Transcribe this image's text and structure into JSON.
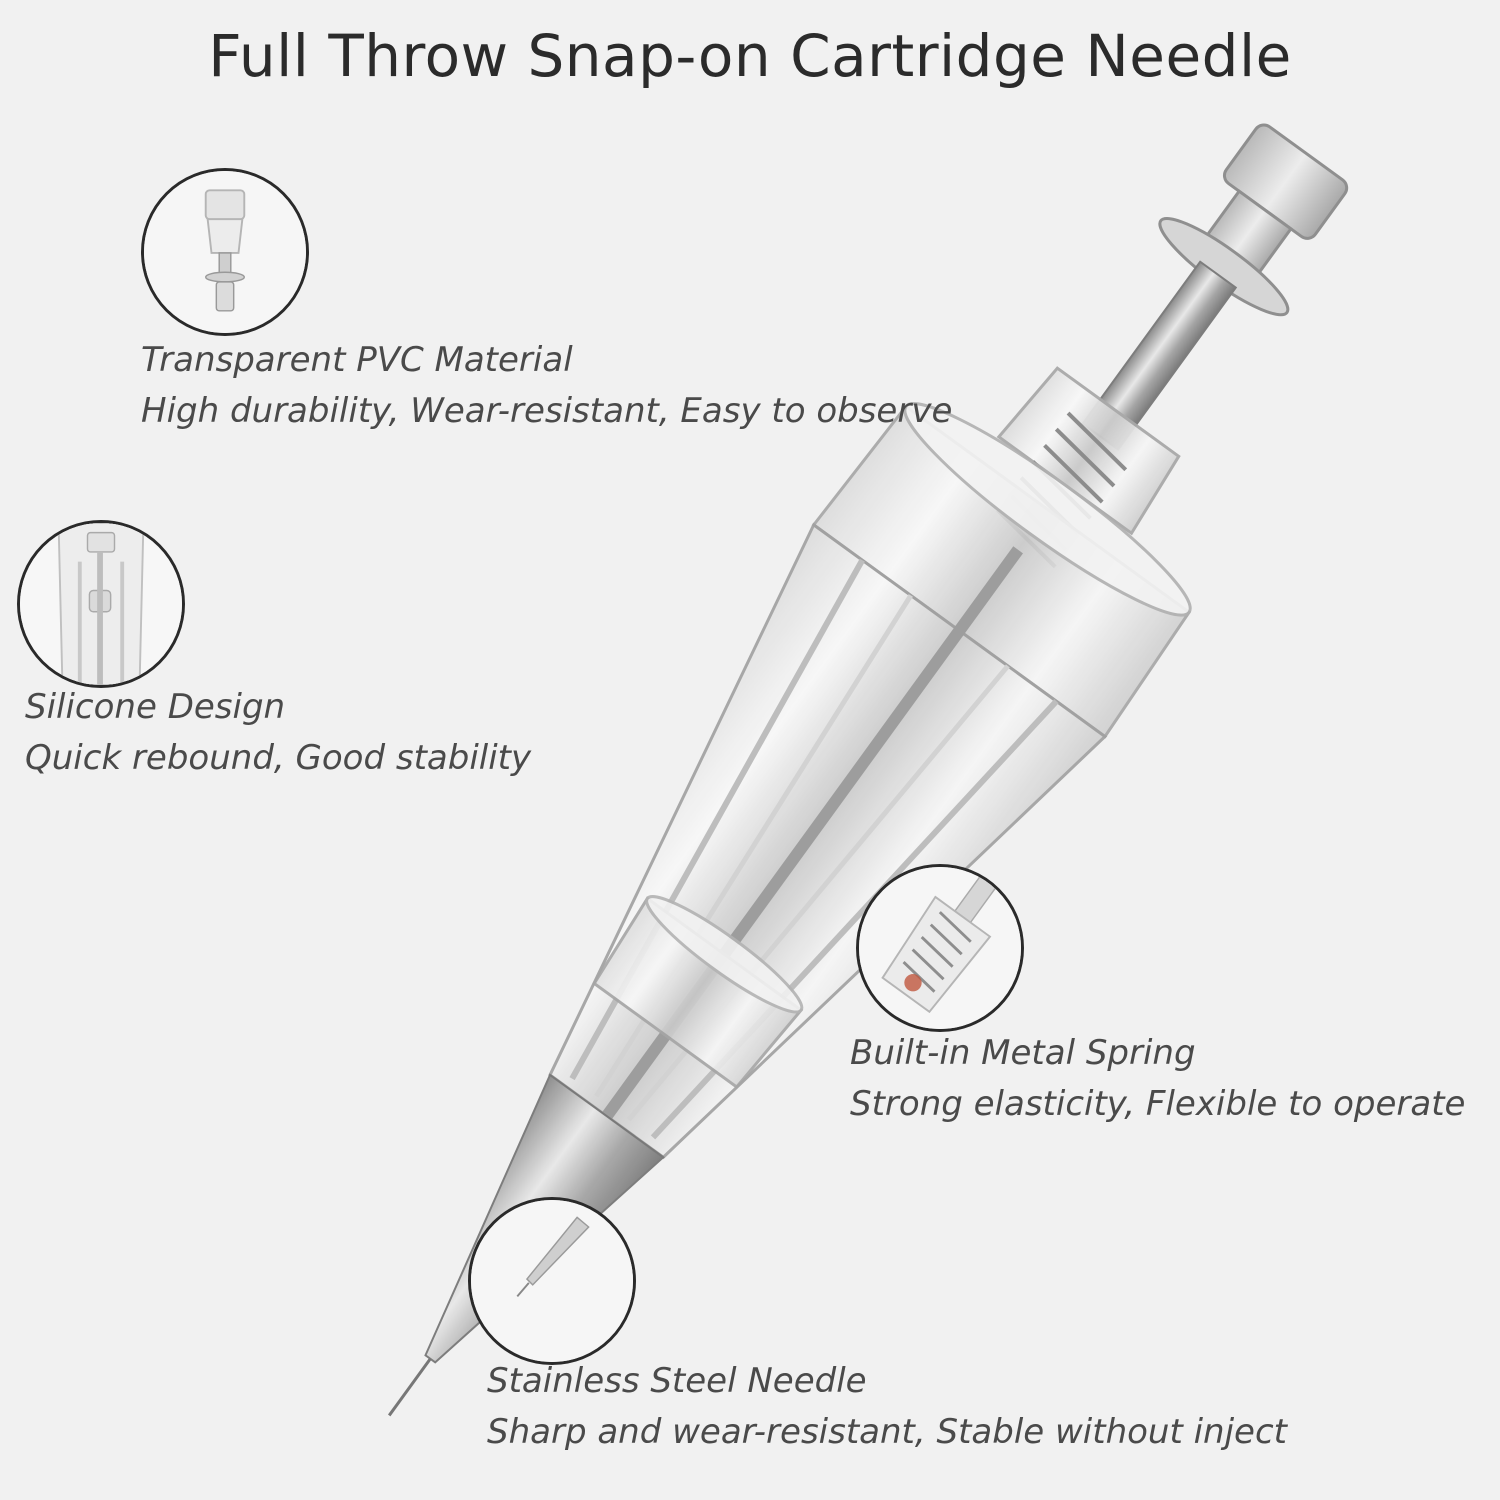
{
  "title": "Full Throw Snap-on Cartridge Needle",
  "features": [
    {
      "heading": "Transparent PVC Material",
      "description": "High durability, Wear-resistant, Easy to observe",
      "icon": "pvc-material-closeup-icon"
    },
    {
      "heading": "Silicone Design",
      "description": "Quick rebound, Good stability",
      "icon": "silicone-design-closeup-icon"
    },
    {
      "heading": "Built-in Metal Spring",
      "description": "Strong elasticity, Flexible to operate",
      "icon": "metal-spring-closeup-icon"
    },
    {
      "heading": "Stainless Steel Needle",
      "description": "Sharp and wear-resistant, Stable without inject",
      "icon": "steel-needle-closeup-icon"
    }
  ],
  "colors": {
    "background": "#f1f1f1",
    "title_text": "#2b2b2b",
    "feature_text": "#4a4a4a",
    "circle_border": "#2a2a2a"
  }
}
